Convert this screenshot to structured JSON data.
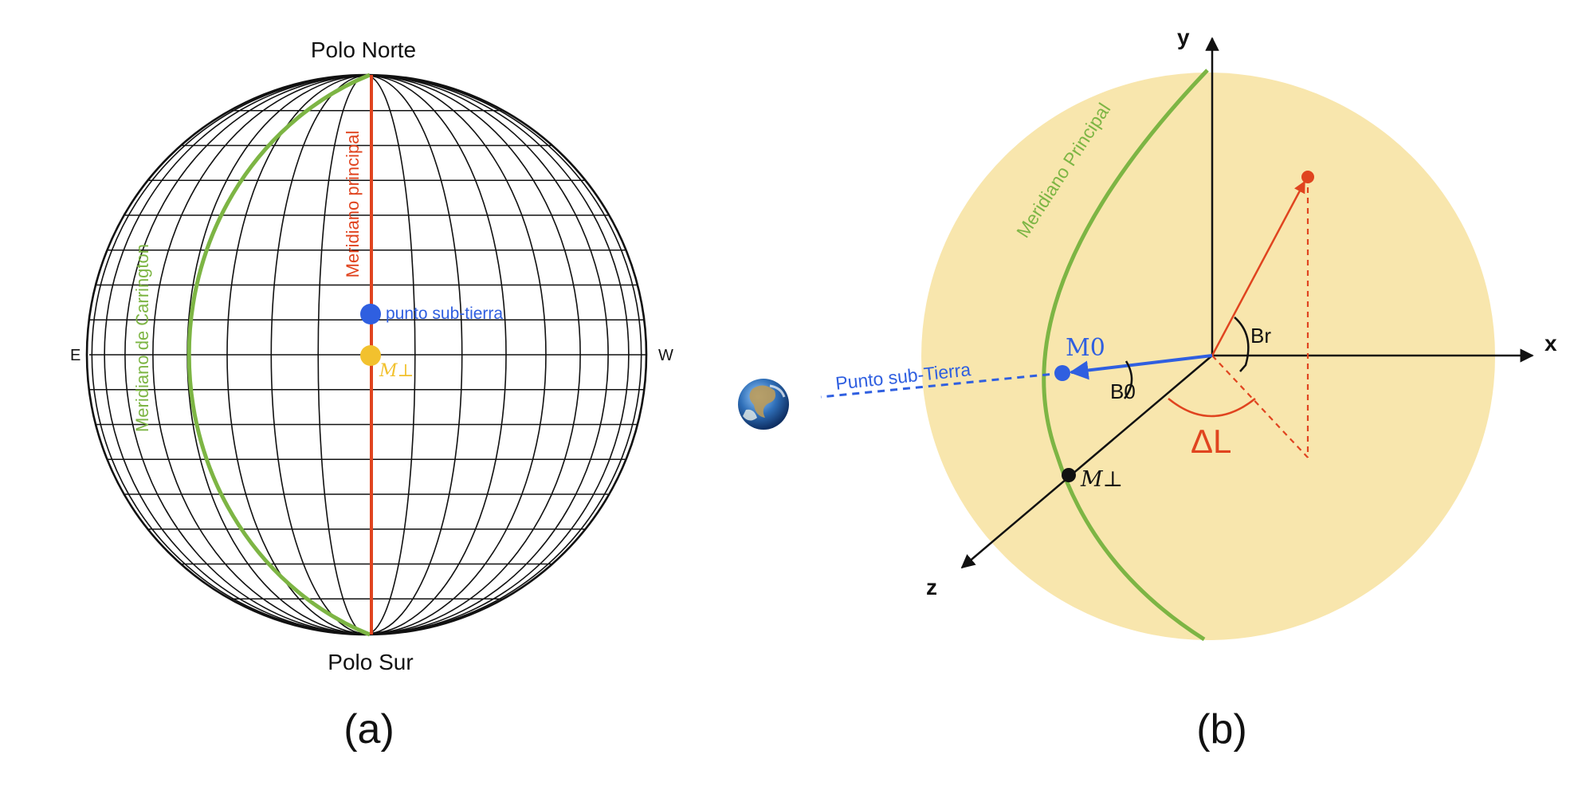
{
  "panel_a": {
    "top_label": "Polo Norte",
    "bottom_label": "Polo Sur",
    "east_label": "E",
    "west_label": "W",
    "meridian_carrington_label": "Meridiano de Carrington",
    "meridian_principal_label": "Meridiano principal",
    "sub_earth_label": "punto sub-tierra",
    "m_perp_label": "M⊥",
    "caption": "(a)"
  },
  "panel_b": {
    "axis_y": "y",
    "axis_x": "x",
    "axis_z": "z",
    "meridian_label": "Meridiano Principal",
    "sub_earth_label": "Punto sub-Tierra",
    "m0_label": "M0",
    "b0_label": "B0",
    "br_label": "Br",
    "delta_l_label": "ΔL",
    "m_perp_label": "M⊥",
    "caption": "(b)"
  },
  "colors": {
    "green": "#7db544",
    "red": "#e0441f",
    "blue": "#2f5fe0",
    "yellow": "#f2c12e",
    "disc_fill": "#f8e6ad",
    "black": "#111111"
  },
  "icons": {
    "earth": "earth-globe-icon"
  }
}
